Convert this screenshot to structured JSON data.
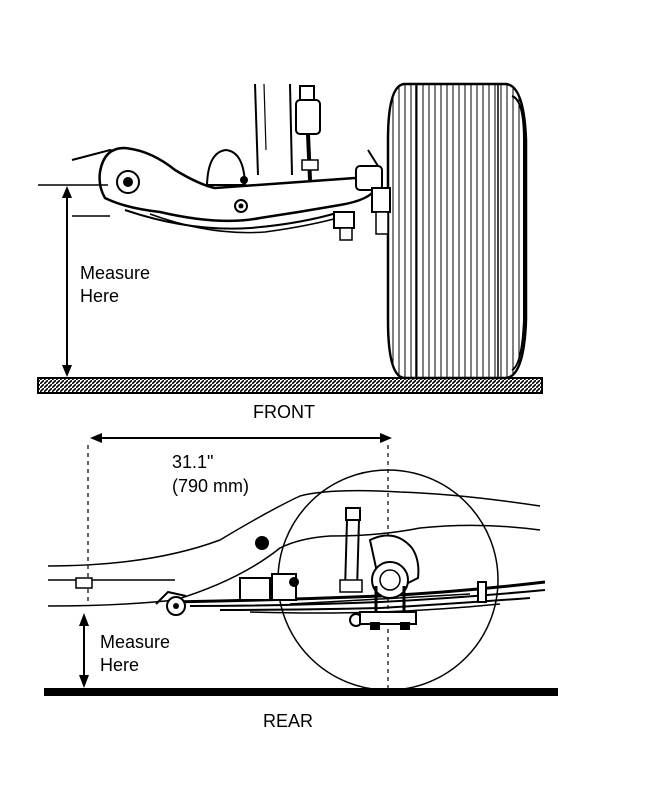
{
  "front": {
    "measure_label_line1": "Measure",
    "measure_label_line2": "Here",
    "caption": "FRONT"
  },
  "rear": {
    "dimension_value": "31.1\"",
    "dimension_metric": "(790 mm)",
    "measure_label_line1": "Measure",
    "measure_label_line2": "Here",
    "caption": "REAR"
  },
  "colors": {
    "ink": "#000000",
    "paper": "#ffffff"
  }
}
